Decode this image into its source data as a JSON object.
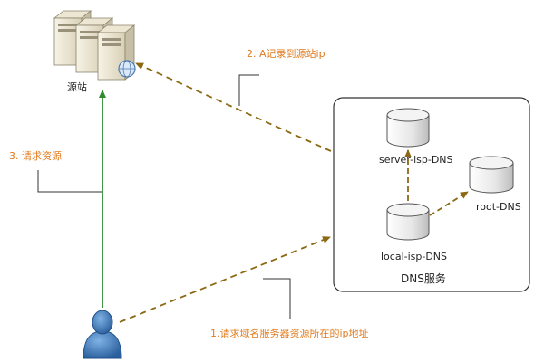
{
  "colors": {
    "dashed_arrow": "#8b6914",
    "green_arrow": "#2e8b2e",
    "annotation_text": "#e07b1f",
    "box_border": "#333333",
    "user_icon": "#2f6fb5"
  },
  "origin": {
    "label": "源站"
  },
  "dns_box": {
    "title": "DNS服务"
  },
  "nodes": {
    "server_isp": "server-isp-DNS",
    "root": "root-DNS",
    "local_isp": "local-isp-DNS"
  },
  "steps": {
    "step1": "1.请求域名服务器资源所在的ip地址",
    "step2": "2. A记录到源站ip",
    "step3": "3. 请求资源"
  },
  "icons": {
    "servers": "server-rack-icon",
    "user": "user-icon",
    "database": "database-cylinder-icon"
  }
}
